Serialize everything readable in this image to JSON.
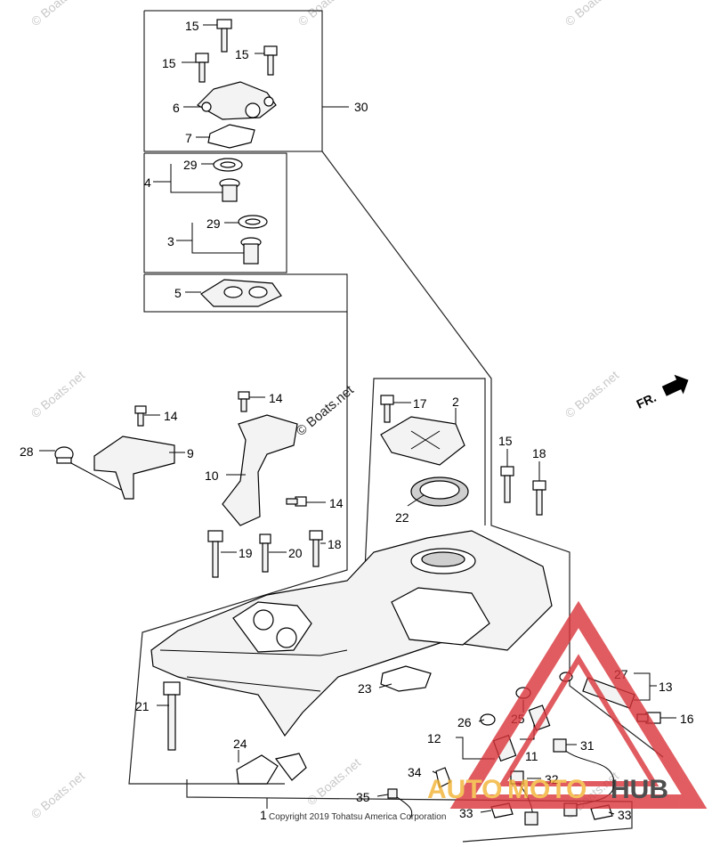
{
  "callouts": [
    {
      "id": "c15a",
      "text": "15"
    },
    {
      "id": "c15b",
      "text": "15"
    },
    {
      "id": "c15c",
      "text": "15"
    },
    {
      "id": "c6",
      "text": "6"
    },
    {
      "id": "c7",
      "text": "7"
    },
    {
      "id": "c30",
      "text": "30"
    },
    {
      "id": "c29a",
      "text": "29"
    },
    {
      "id": "c4",
      "text": "4"
    },
    {
      "id": "c29b",
      "text": "29"
    },
    {
      "id": "c3",
      "text": "3"
    },
    {
      "id": "c5",
      "text": "5"
    },
    {
      "id": "c14a",
      "text": "14"
    },
    {
      "id": "c14b",
      "text": "14"
    },
    {
      "id": "c14c",
      "text": "14"
    },
    {
      "id": "c28",
      "text": "28"
    },
    {
      "id": "c9",
      "text": "9"
    },
    {
      "id": "c10",
      "text": "10"
    },
    {
      "id": "c17",
      "text": "17"
    },
    {
      "id": "c2",
      "text": "2"
    },
    {
      "id": "c22",
      "text": "22"
    },
    {
      "id": "c15d",
      "text": "15"
    },
    {
      "id": "c18a",
      "text": "18"
    },
    {
      "id": "c19",
      "text": "19"
    },
    {
      "id": "c20",
      "text": "20"
    },
    {
      "id": "c18b",
      "text": "18"
    },
    {
      "id": "c21",
      "text": "21"
    },
    {
      "id": "c24",
      "text": "24"
    },
    {
      "id": "c23",
      "text": "23"
    },
    {
      "id": "c27",
      "text": "27"
    },
    {
      "id": "c13",
      "text": "13"
    },
    {
      "id": "c16",
      "text": "16"
    },
    {
      "id": "c26",
      "text": "26"
    },
    {
      "id": "c25",
      "text": "25"
    },
    {
      "id": "c12",
      "text": "12"
    },
    {
      "id": "c11",
      "text": "11"
    },
    {
      "id": "c31",
      "text": "31"
    },
    {
      "id": "c34",
      "text": "34"
    },
    {
      "id": "c32",
      "text": "32"
    },
    {
      "id": "c35",
      "text": "35"
    },
    {
      "id": "c33a",
      "text": "33"
    },
    {
      "id": "c33b",
      "text": "33"
    },
    {
      "id": "c1",
      "text": "1"
    }
  ],
  "direction_label": "FR.",
  "watermarks": {
    "boats": "© Boats.net",
    "boats_center": "© Boats.net"
  },
  "copyright": "Copyright 2019 Tohatsu America Corporation",
  "brand_logo": {
    "part1": "AUTO",
    "part2": "MOTO",
    "part3": "HUB",
    "accent_color": "#e8402a",
    "gold_color": "#f2b233"
  },
  "colors": {
    "line": "#000000",
    "watermark": "#c9c9c9",
    "logo_red": "#d9343a",
    "logo_gold": "#f2b233"
  }
}
